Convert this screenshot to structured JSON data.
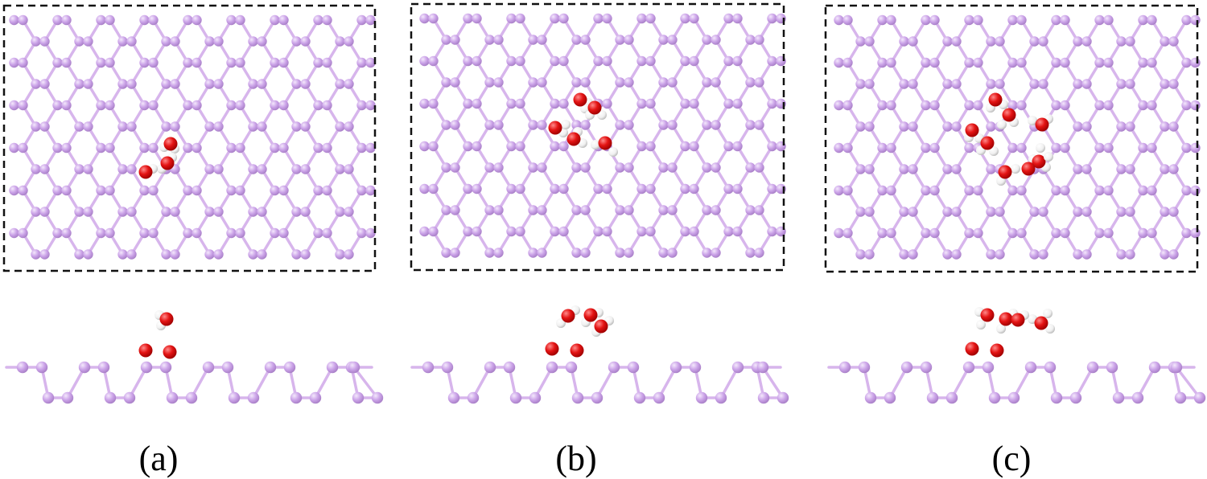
{
  "figure": {
    "panels": [
      {
        "label": "(a)",
        "adsorbed_water_molecules": 1
      },
      {
        "label": "(b)",
        "adsorbed_water_molecules": 3
      },
      {
        "label": "(c)",
        "adsorbed_water_molecules": 5
      }
    ],
    "colors": {
      "substrate_atom": "#c9a0e6",
      "substrate_atom_highlight": "#eedcfa",
      "substrate_bond": "#d7b5ec",
      "oxygen_atom": "#e41414",
      "hydrogen_atom": "#f2f2f2",
      "cell_border": "#111111"
    }
  }
}
